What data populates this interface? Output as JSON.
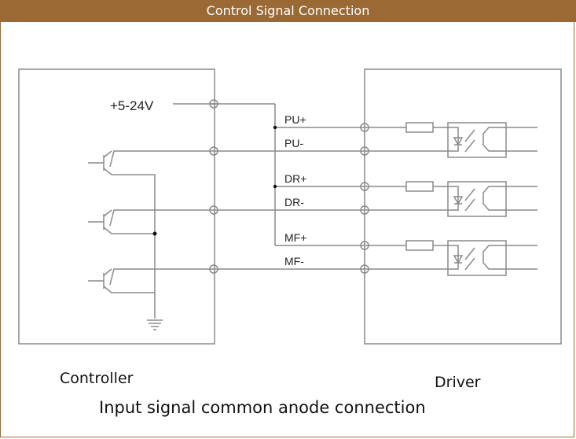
{
  "header": {
    "title": "Control Signal Connection"
  },
  "diagram": {
    "supply_label": "+5-24V",
    "signals": [
      {
        "plus": "PU+",
        "minus": "PU-"
      },
      {
        "plus": "DR+",
        "minus": "DR-"
      },
      {
        "plus": "MF+",
        "minus": "MF-"
      }
    ],
    "controller_label": "Controller",
    "driver_label": "Driver",
    "caption": "Input signal common anode connection"
  },
  "colors": {
    "brand": "#9b6a34",
    "wire": "#8a8a8a",
    "junction": "#111111"
  }
}
